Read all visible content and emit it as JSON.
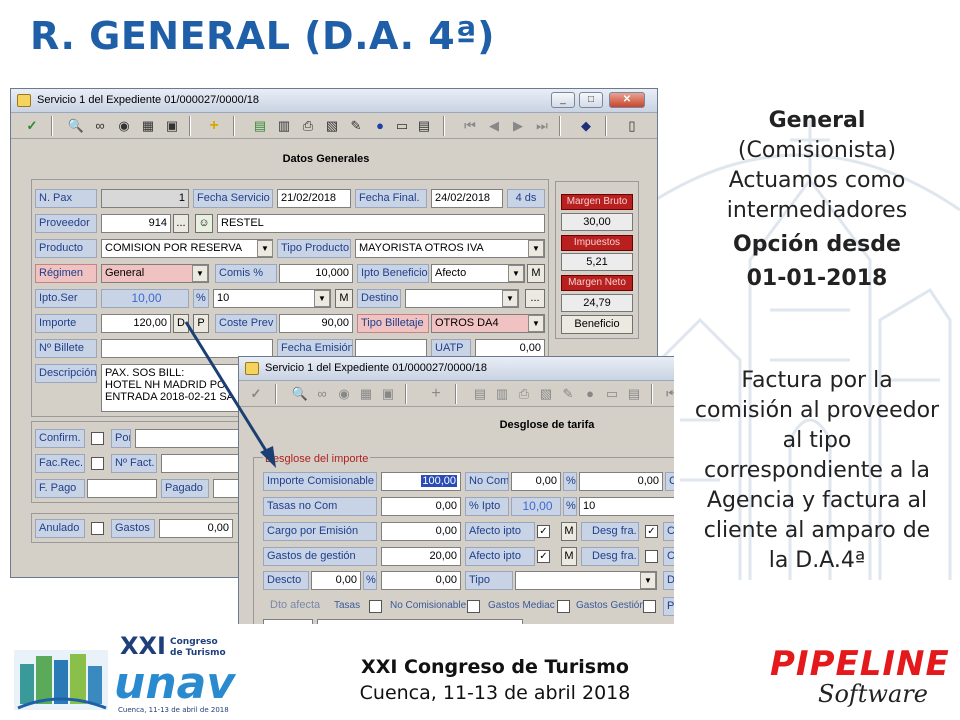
{
  "slide": {
    "title": "R. GENERAL (D.A. 4ª)",
    "side_general": "General",
    "side_comisionista": "(Comisionista)",
    "side_actuamos": "Actuamos como intermediadores",
    "side_opcion": "Opción desde",
    "side_fecha": "01-01-2018",
    "side_factura": "Factura por la comisión al proveedor al tipo correspondiente a la Agencia y factura al cliente al amparo de la D.A.4ª"
  },
  "window1": {
    "title": "Servicio 1 del Expediente 01/000027/0000/18",
    "section": "Datos Generales",
    "n_pax_label": "N. Pax",
    "n_pax_value": "1",
    "fecha_servicio_label": "Fecha Servicio",
    "fecha_servicio": "21/02/2018",
    "fecha_final_label": "Fecha Final.",
    "fecha_final": "24/02/2018",
    "dias": "4 ds",
    "proveedor_label": "Proveedor",
    "proveedor_code": "914",
    "proveedor_name": "RESTEL",
    "producto_label": "Producto",
    "producto": "COMISION POR RESERVA",
    "tipo_producto_label": "Tipo Producto",
    "tipo_producto": "MAYORISTA OTROS IVA",
    "regimen_label": "Régimen",
    "regimen": "General",
    "comis_label": "Comis %",
    "comis": "10,000",
    "ipto_beneficio_label": "Ipto Beneficio",
    "ipto_beneficio": "Afecto",
    "ipto_ser_label": "Ipto.Ser",
    "ipto_ser": "10,00",
    "pct": "%",
    "ipto_ser_sel": "10",
    "destino_label": "Destino",
    "importe_label": "Importe",
    "importe": "120,00",
    "coste_prev_label": "Coste Prev",
    "coste_prev": "90,00",
    "tipo_billetaje_label": "Tipo Billetaje",
    "tipo_billetaje": "OTROS DA4",
    "n_billete_label": "Nº Billete",
    "fecha_emision_label": "Fecha Emisión",
    "uatp_label": "UATP",
    "uatp": "0,00",
    "descripcion_label": "Descripción",
    "descripcion": "PAX. SOS BILL:\nHOTEL NH MADRID PO\nENTRADA 2018-02-21 SA",
    "margen_bruto_label": "Margen Bruto",
    "margen_bruto": "30,00",
    "impuestos_label": "Impuestos",
    "impuestos": "5,21",
    "margen_neto_label": "Margen Neto",
    "margen_neto": "24,79",
    "beneficio_btn": "Beneficio",
    "confirm_label": "Confirm.",
    "por_label": "Por",
    "fac_rec_label": "Fac.Rec.",
    "n_fact_label": "Nº Fact.",
    "f_pago_label": "F. Pago",
    "pagado_label": "Pagado",
    "anulado_label": "Anulado",
    "gastos_label": "Gastos",
    "gastos": "0,00",
    "btn_d": "D",
    "btn_p": "P",
    "btn_m": "M",
    "btn_dots": "..."
  },
  "window2": {
    "title": "Servicio 1 del Expediente 01/000027/0000/18",
    "section": "Desglose de tarifa",
    "group": "Desglose del importe",
    "importe_comisionable_label": "Importe Comisionable",
    "importe_comisionable": "100,00",
    "no_com_label": "No Com",
    "no_com": "0,00",
    "no_com_pct_val": "0,00",
    "tasas_no_com_label": "Tasas no Com",
    "tasas_no_com": "0,00",
    "pct_ipto_label": "% Ipto",
    "pct_ipto": "10,00",
    "pct_ipto_sel": "10",
    "cargo_emision_label": "Cargo por Emisión",
    "cargo_emision": "0,00",
    "afecto_ipto_label": "Afecto ipto",
    "desg_fra_label": "Desg fra.",
    "gastos_gestion_label": "Gastos de gestión",
    "gastos_gestion": "20,00",
    "desg_fra2_label": "Desg fra.",
    "descto_label": "Descto",
    "descto_pct": "0,00",
    "descto": "0,00",
    "tipo_label": "Tipo",
    "dto_afecta_label": "Dto afecta",
    "tasas_label": "Tasas",
    "no_comisionable_label": "No Comisionable",
    "gastos_mediac_label": "Gastos Mediac",
    "gastos_gestion_chk_label": "Gastos Gestión",
    "pct": "%",
    "btn_m": "M",
    "trunc_c": "C",
    "trunc_d": "D",
    "trunc_p": "P"
  },
  "footer": {
    "logo_xxi": "XXI",
    "logo_congreso": "Congreso",
    "logo_de_turismo": "de Turismo",
    "logo_unav": "unav",
    "logo_sub": "Cuenca, 11-13 de abril de 2018",
    "line1": "XXI Congreso de Turismo",
    "line2": "Cuenca, 11-13 de abril 2018",
    "brand": "PIPELINE",
    "brand_sub": "Software"
  },
  "colors": {
    "title_blue": "#1f5fa8",
    "label_red": "#f0c2c2",
    "margin_red": "#b82020",
    "brand_red": "#e3191b",
    "arrow_navy": "#1c3f73"
  }
}
